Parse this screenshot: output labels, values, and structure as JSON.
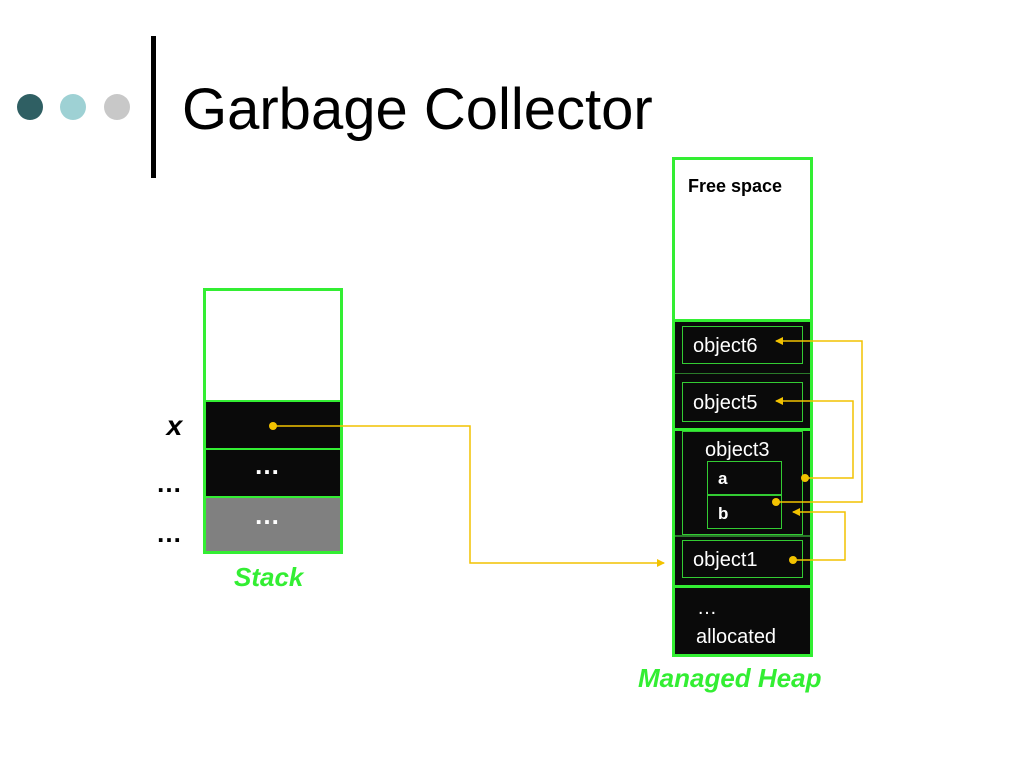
{
  "slide": {
    "title": "Garbage Collector",
    "bullet_colors": [
      "#2f5f63",
      "#9ed1d4",
      "#c8c8c8"
    ]
  },
  "stack": {
    "label": "Stack",
    "var_x": "x",
    "row_dots_1": "…",
    "row_dots_2": "…",
    "left_dots_1": "…",
    "left_dots_2": "…"
  },
  "heap": {
    "label": "Managed Heap",
    "free_space": "Free space",
    "object6": "object6",
    "object5": "object5",
    "object3": "object3",
    "field_a": "a",
    "field_b": "b",
    "object1": "object1",
    "allocated_dots": "…",
    "allocated": "allocated"
  },
  "colors": {
    "border_green": "#33ee33",
    "arrow_gold": "#f2c200",
    "cell_black": "#0a0a0a",
    "cell_gray": "#808080"
  }
}
